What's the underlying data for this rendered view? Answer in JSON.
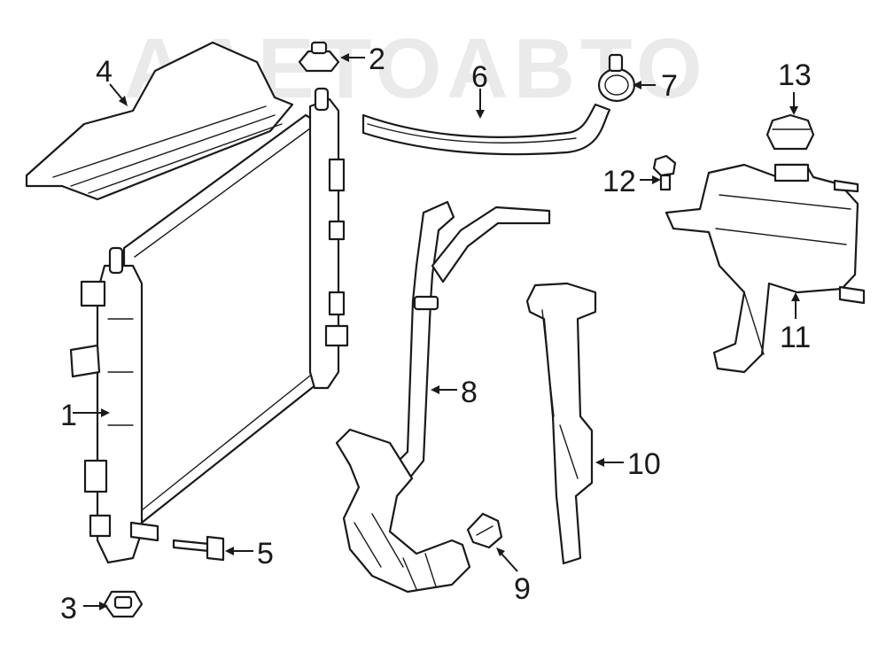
{
  "watermark": "AAETOABTO",
  "callouts": [
    {
      "id": "radiator",
      "label": "1"
    },
    {
      "id": "top-mount-cap",
      "label": "2"
    },
    {
      "id": "bottom-mount-cap",
      "label": "3"
    },
    {
      "id": "air-seal",
      "label": "4"
    },
    {
      "id": "bolt",
      "label": "5"
    },
    {
      "id": "upper-hose",
      "label": "6"
    },
    {
      "id": "hose-clamp-upper",
      "label": "7"
    },
    {
      "id": "lower-hose",
      "label": "8"
    },
    {
      "id": "hose-clamp-lower",
      "label": "9"
    },
    {
      "id": "side-air-baffle",
      "label": "10"
    },
    {
      "id": "coolant-reservoir",
      "label": "11"
    },
    {
      "id": "reservoir-screw",
      "label": "12"
    },
    {
      "id": "reservoir-cap",
      "label": "13"
    }
  ]
}
